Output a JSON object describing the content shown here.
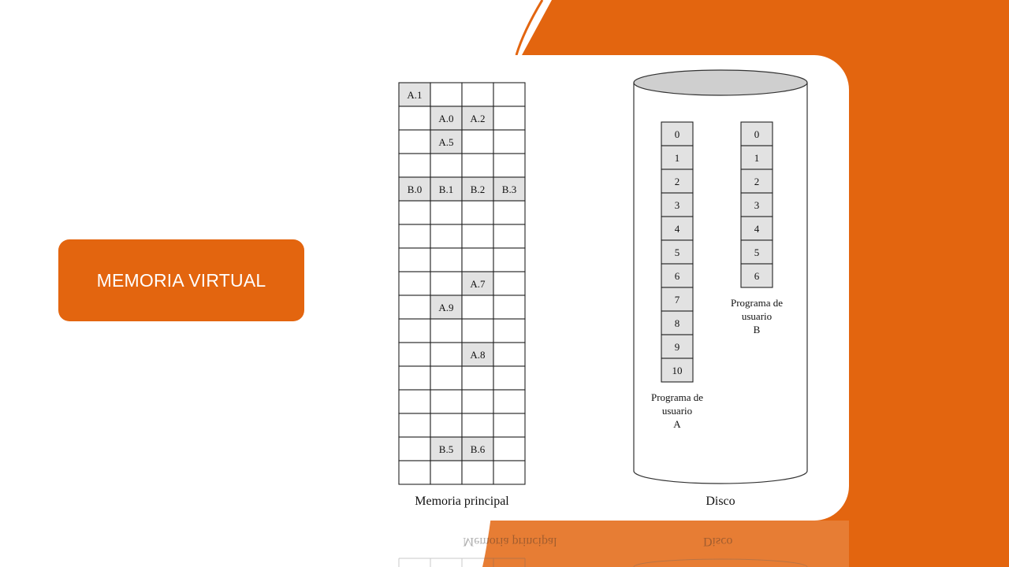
{
  "slide": {
    "title": "MEMORIA VIRTUAL",
    "accent_color": "#e3650f"
  },
  "main_memory": {
    "label": "Memoria principal",
    "rows": [
      [
        "A.1",
        "",
        "",
        ""
      ],
      [
        "",
        "A.0",
        "A.2",
        ""
      ],
      [
        "",
        "A.5",
        "",
        ""
      ],
      [
        "",
        "",
        "",
        ""
      ],
      [
        "B.0",
        "B.1",
        "B.2",
        "B.3"
      ],
      [
        "",
        "",
        "",
        ""
      ],
      [
        "",
        "",
        "",
        ""
      ],
      [
        "",
        "",
        "",
        ""
      ],
      [
        "",
        "",
        "A.7",
        ""
      ],
      [
        "",
        "A.9",
        "",
        ""
      ],
      [
        "",
        "",
        "",
        ""
      ],
      [
        "",
        "",
        "A.8",
        ""
      ],
      [
        "",
        "",
        "",
        ""
      ],
      [
        "",
        "",
        "",
        ""
      ],
      [
        "",
        "",
        "",
        ""
      ],
      [
        "",
        "B.5",
        "B.6",
        ""
      ],
      [
        "",
        "",
        "",
        ""
      ]
    ]
  },
  "disk": {
    "label": "Disco",
    "program_a": {
      "pages": [
        "0",
        "1",
        "2",
        "3",
        "4",
        "5",
        "6",
        "7",
        "8",
        "9",
        "10"
      ],
      "label_lines": [
        "Programa de",
        "usuario",
        "A"
      ]
    },
    "program_b": {
      "pages": [
        "0",
        "1",
        "2",
        "3",
        "4",
        "5",
        "6"
      ],
      "label_lines": [
        "Programa de",
        "usuario",
        "B"
      ]
    }
  }
}
